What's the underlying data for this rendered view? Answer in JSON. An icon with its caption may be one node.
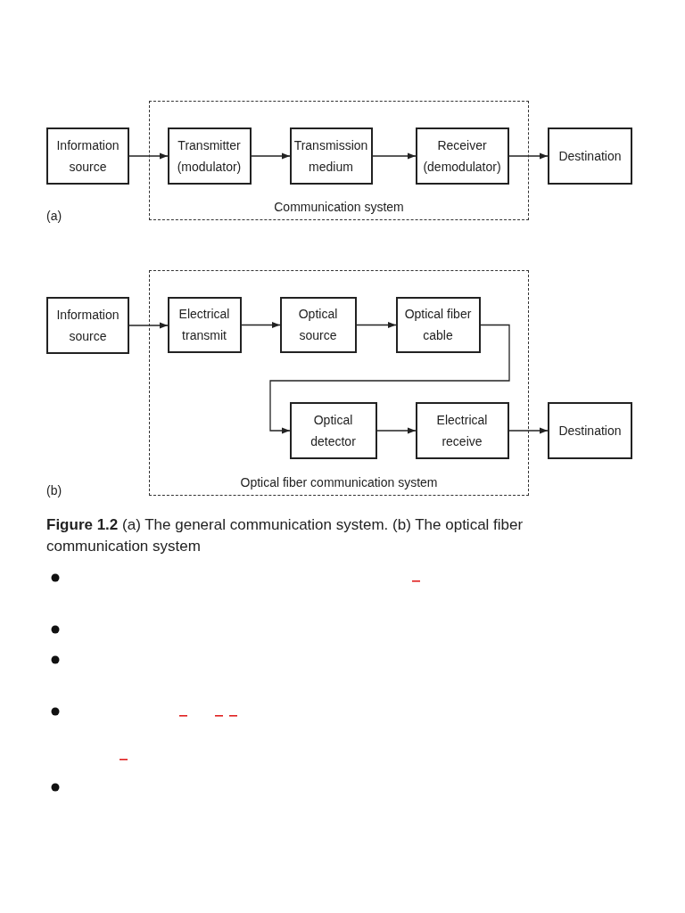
{
  "diagram": {
    "caption": "**Figure 1.2** (a) The general communication system. (b) The optical fiber communication system",
    "nodes": [
      {
        "text": [
          "Communication system"
        ]
      },
      {
        "text": [
          "Information source"
        ]
      },
      {
        "text": [
          "Transmitter (modulator)"
        ],
        "in": 0
      },
      {
        "text": [
          "Transmission medium"
        ],
        "in": 0
      },
      {
        "text": [
          "Receiver (demodulator)"
        ],
        "in": 0
      },
      {
        "text": [
          "Destination"
        ]
      },
      {
        "text": [
          "Optical fiber communication system"
        ]
      },
      {
        "text": [
          "Information source"
        ]
      },
      {
        "text": [
          "Electrical transmit"
        ],
        "in": 6
      },
      {
        "text": [
          "Optical source"
        ],
        "in": 6
      },
      {
        "text": [
          "Optical fiber cable"
        ],
        "in": 6
      },
      {
        "text": [
          "Optical detector"
        ],
        "in": 6
      },
      {
        "text": [
          "Electrical receive"
        ],
        "in": 6
      },
      {
        "text": [
          "Destination"
        ]
      }
    ],
    "edges": [
      {
        "from": 1,
        "to": 2,
        "arrow": "to"
      },
      {
        "from": 2,
        "to": 3,
        "arrow": "to"
      },
      {
        "from": 3,
        "to": 4,
        "arrow": "to"
      },
      {
        "from": 4,
        "to": 5,
        "arrow": "to"
      },
      {
        "from": 7,
        "to": 8,
        "arrow": "to"
      },
      {
        "from": 8,
        "to": 9,
        "arrow": "to"
      },
      {
        "from": 9,
        "to": 10,
        "arrow": "to"
      },
      {
        "from": 10,
        "to": 11,
        "arrow": "to"
      },
      {
        "from": 11,
        "to": 12,
        "arrow": "to"
      },
      {
        "from": 12,
        "to": 13,
        "arrow": "to"
      }
    ],
    "labels": [
      "(a)",
      "(b)"
    ]
  }
}
